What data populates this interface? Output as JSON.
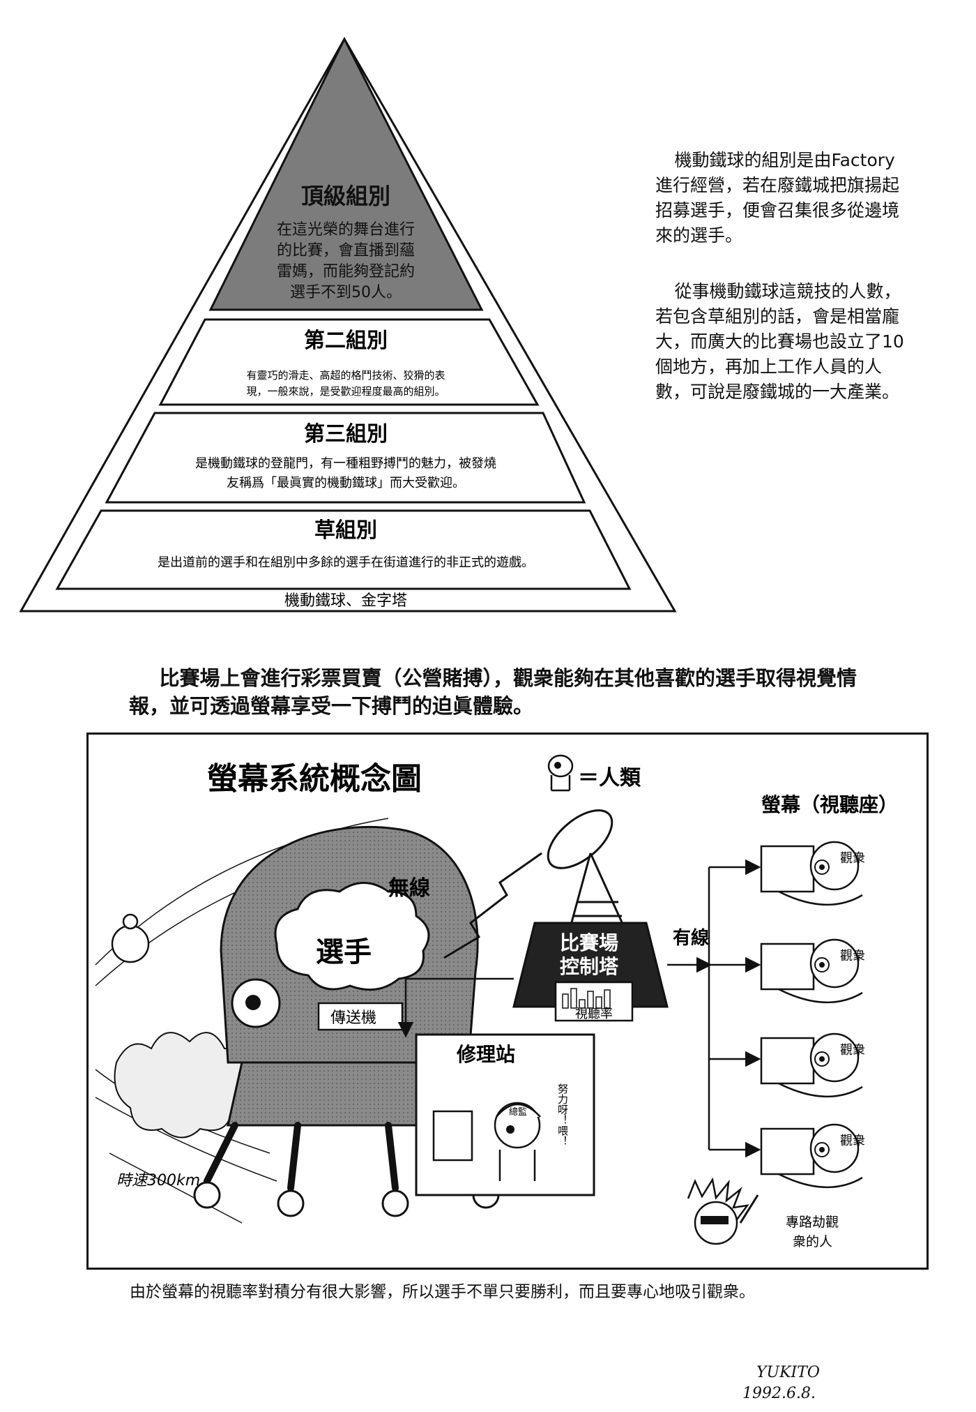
{
  "pyramid": {
    "tiers": [
      {
        "title": "頂級組別",
        "desc_lines": [
          "在這光榮的舞台進行",
          "的比賽，會直播到蘊",
          "雷媽，而能夠登記約",
          "選手不到50人。"
        ]
      },
      {
        "title": "第二組別",
        "desc_lines": [
          "有靈巧的滑走、高超的格鬥技術、狡猾的表",
          "現，一般來說，是受歡迎程度最高的組別。"
        ]
      },
      {
        "title": "第三組別",
        "desc_lines": [
          "是機動鐵球的登龍門，有一種粗野搏鬥的魅力，被發燒",
          "友稱爲「最眞實的機動鐵球」而大受歡迎。"
        ]
      },
      {
        "title": "草組別",
        "desc_lines": [
          "是出道前的選手和在組別中多餘的選手在街道進行的非正式的遊戲。"
        ]
      }
    ],
    "base_label": "機動鐵球、金字塔"
  },
  "side_text": {
    "para1": "機動鐵球的組別是由Factory進行經營，若在廢鐵城把旗揚起招募選手，便會召集很多從邊境來的選手。",
    "para2": "從事機動鐵球這競技的人數，若包含草組別的話，會是相當龐大，而廣大的比賽場也設立了10個地方，再加上工作人員的人數，可說是廢鐵城的一大產業。"
  },
  "middle_text": "比賽場上會進行彩票買賣（公營賭搏），觀衆能夠在其他喜歡的選手取得視覺情報，並可透過螢幕享受一下搏鬥的迫眞體驗。",
  "diagram": {
    "title": "螢幕系統概念圖",
    "legend": "＝人類",
    "screens_label": "螢幕（視聽座）",
    "wireless_label": "無線",
    "wired_label": "有線",
    "player_label": "選手",
    "transmitter_label": "傳送機",
    "tower_label_line1": "比賽場",
    "tower_label_line2": "控制塔",
    "ratings_label": "視聽率",
    "repair_label": "修理站",
    "repair_speech": "努力呀！喂！",
    "director_badge": "總監",
    "speed_label": "時速300km",
    "viewer_label": "觀衆",
    "robber_label_line1": "專路劫觀",
    "robber_label_line2": "衆的人"
  },
  "caption": "由於螢幕的視聽率對積分有很大影響，所以選手不單只要勝利，而且要專心地吸引觀衆。",
  "signature": {
    "name": "YUKITO",
    "date": "1992.6.8."
  }
}
